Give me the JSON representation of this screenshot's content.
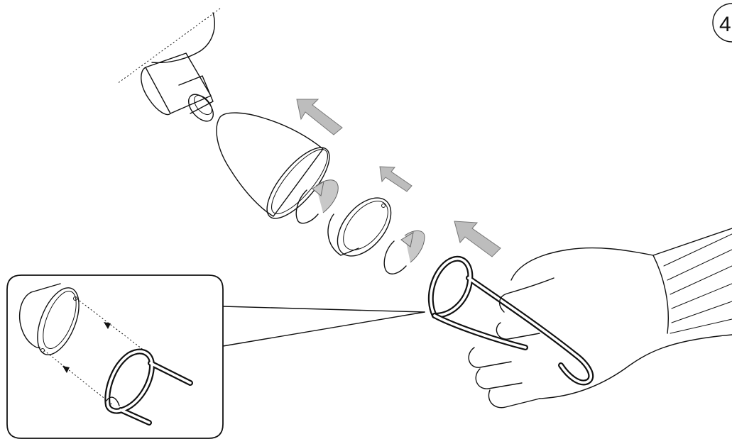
{
  "step": {
    "number": "4"
  },
  "colors": {
    "line": "#111111",
    "arrow_fill": "#bdbdbd",
    "background": "#ffffff"
  },
  "parts": [
    "ceiling-mount",
    "lamp-shade",
    "retaining-ring",
    "socket-collar",
    "wire-spring-clip",
    "hand"
  ]
}
